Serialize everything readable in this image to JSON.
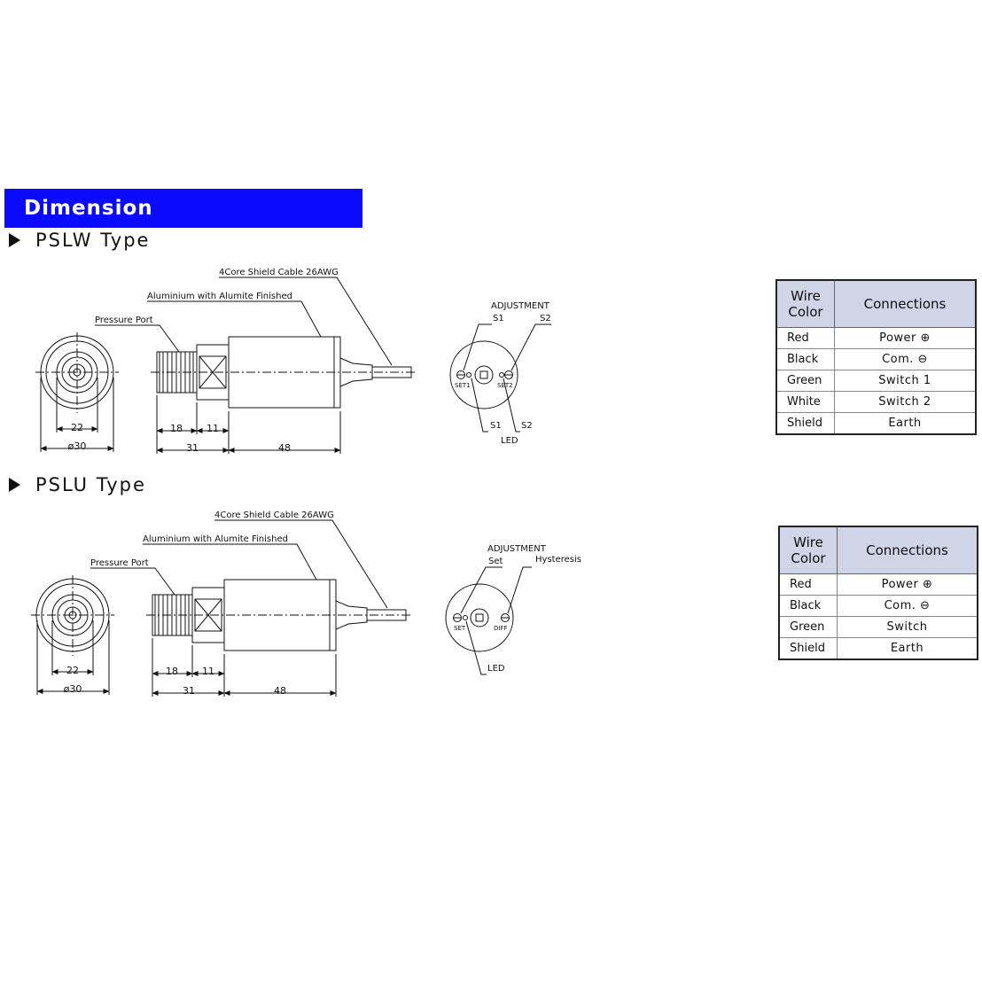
{
  "header": {
    "title": "Dimension"
  },
  "sections": [
    {
      "title": "PSLW Type",
      "labels": {
        "cable": "4Core Shield Cable 26AWG",
        "body": "Aluminium with Alumite Finished",
        "port": "Pressure Port"
      },
      "dims": {
        "inner": "22",
        "outer": "ø30",
        "thread": "18",
        "hex": "11",
        "front": "31",
        "body": "48"
      },
      "adjust": {
        "title": "ADJUSTMENT",
        "top_left": "S1",
        "top_right": "S2",
        "set_left": "SET1",
        "set_right": "SET2",
        "bottom_left": "S1",
        "bottom_right": "S2",
        "led": "LED"
      },
      "table": {
        "headers": [
          "Wire\nColor",
          "Connections"
        ],
        "rows": [
          [
            "Red",
            "Power ⊕"
          ],
          [
            "Black",
            "Com. ⊖"
          ],
          [
            "Green",
            "Switch 1"
          ],
          [
            "White",
            "Switch 2"
          ],
          [
            "Shield",
            "Earth"
          ]
        ]
      }
    },
    {
      "title": "PSLU Type",
      "labels": {
        "cable": "4Core Shield Cable 26AWG",
        "body": "Aluminium with Alumite Finished",
        "port": "Pressure Port"
      },
      "dims": {
        "inner": "22",
        "outer": "ø30",
        "thread": "18",
        "hex": "11",
        "front": "31",
        "body": "48"
      },
      "adjust": {
        "title": "ADJUSTMENT",
        "set": "Set",
        "hysteresis": "Hysteresis",
        "set_left": "SET",
        "set_right": "DIFF",
        "led": "LED"
      },
      "table": {
        "headers": [
          "Wire\nColor",
          "Connections"
        ],
        "rows": [
          [
            "Red",
            "Power ⊕"
          ],
          [
            "Black",
            "Com. ⊖"
          ],
          [
            "Green",
            "Switch"
          ],
          [
            "Shield",
            "Earth"
          ]
        ]
      }
    }
  ]
}
